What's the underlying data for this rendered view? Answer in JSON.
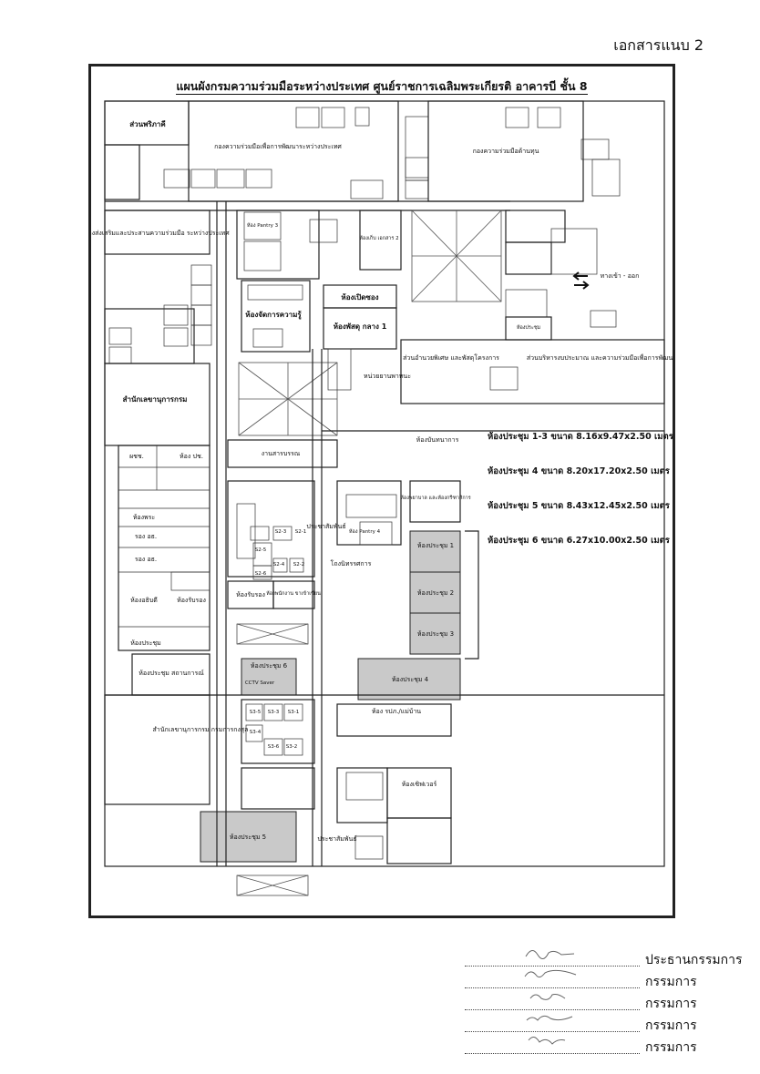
{
  "attachment_label": "เอกสารแนบ 2",
  "plan": {
    "title": "แผนผังกรมความร่วมมือระหว่างประเทศ ศูนย์ราชการเฉลิมพระเกียรติ อาคารบี ชั้น 8",
    "rooms": {
      "finance": "ส่วนพริภาคี",
      "intl_dev": "กองความร่วมมือเพื่อการพัฒนาระหว่างประเทศ",
      "area_coop": "กองความร่วมมือด้านทุน",
      "promotion": "กองส่งเสริมและประสานความร่วมมือ ระหว่างประเทศ",
      "secretariat": "สำนักเลขานุการกรม",
      "pantry3": "ห้อง Pantry 3",
      "storage2": "ห้องเก็บ เอกสาร 2",
      "mail": "ห้องเปิดซอง",
      "supplies1": "ห้องพัสดุ กลาง 1",
      "km": "ห้องจัดการความรู้",
      "special_unit": "ส่วนอำนวยพิเศษ และพัสดุโครงการ",
      "budget": "ส่วนบริหารงบประมาณ และความร่วมมือเพื่อการพัฒนา",
      "inbound": "หน่วยยานพาหนะ",
      "archive": "ห้องบันทนาการ",
      "meeting_small": "ห้องประชุม",
      "entrance": "ทางเข้า - ออก",
      "director": "ห้อง ปช.",
      "sdo": "ผชช.",
      "deputy1": "รอง อธ.",
      "deputy2": "รอง อธ.",
      "dg": "ห้องพระ",
      "dg_room": "ห้องอธิบดี",
      "reception": "ห้องรับรอง",
      "meeting_room": "ห้องประชุม",
      "situation": "ห้องประชุม สถานการณ์",
      "general_affairs": "งานสารบรรณ",
      "pr": "ประชาสัมพันธ์",
      "pantry4": "ห้อง Pantry 4",
      "lobby": "โถงนิทรรศการ",
      "receiving": "ห้องรับรอง",
      "stock": "ห้องพนักงาน ขาเข้าเขียน",
      "nurse": "ห้องพยาบาล และห้องกรีฑาสิการ",
      "meeting1": "ห้องประชุม 1",
      "meeting2": "ห้องประชุม 2",
      "meeting3": "ห้องประชุม 3",
      "meeting4": "ห้องประชุม 4",
      "meeting5": "ห้องประชุม 5",
      "meeting6": "ห้องประชุม 6",
      "cctv": "CCTV Saver",
      "guard": "ห้อง รปภ./แม่บ้าน",
      "server": "ห้องเซิฟเวอร์",
      "secretariat_it": "สำนักเลขานุการกรม กรมการกงสุล",
      "pr2": "ประชาสัมพันธ์",
      "s21": "S2-1",
      "s22": "S2-2",
      "s23": "S2-3",
      "s24": "S2-4",
      "s25": "S2-5",
      "s26": "S2-6",
      "s31": "S3-1",
      "s32": "S3-2",
      "s33": "S3-3",
      "s34": "S3-4",
      "s35": "S3-5",
      "s36": "S3-6"
    }
  },
  "notes": [
    "ห้องประชุม 1-3 ขนาด 8.16x9.47x2.50 เมตร",
    "ห้องประชุม 4 ขนาด 8.20x17.20x2.50 เมตร",
    "ห้องประชุม 5 ขนาด 8.43x12.45x2.50 เมตร",
    "ห้องประชุม 6 ขนาด 6.27x10.00x2.50 เมตร"
  ],
  "signatures": [
    {
      "role": "ประธานกรรมการ"
    },
    {
      "role": "กรรมการ"
    },
    {
      "role": "กรรมการ"
    },
    {
      "role": "กรรมการ"
    },
    {
      "role": "กรรมการ"
    }
  ]
}
